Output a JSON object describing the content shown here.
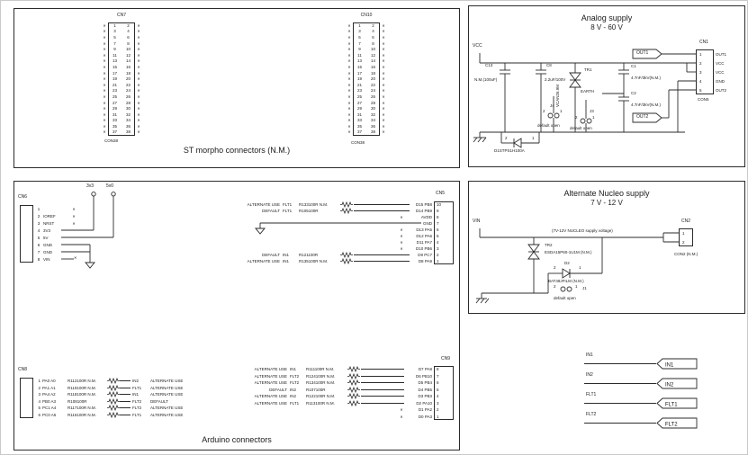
{
  "marks": {
    "nc": "✕"
  },
  "pinmarks": {
    "one": "1",
    "two": "2"
  },
  "morpho": {
    "title": "ST morpho connectors (N.M.)",
    "cn7_label": "CN7",
    "cn10_label": "CN10",
    "cn7_footer": "CON38",
    "cn10_footer": "CON38",
    "pin_rows": [
      {
        "l": "1",
        "r": "2"
      },
      {
        "l": "3",
        "r": "4"
      },
      {
        "l": "5",
        "r": "6"
      },
      {
        "l": "7",
        "r": "8"
      },
      {
        "l": "9",
        "r": "10"
      },
      {
        "l": "11",
        "r": "12"
      },
      {
        "l": "13",
        "r": "14"
      },
      {
        "l": "15",
        "r": "16"
      },
      {
        "l": "17",
        "r": "18"
      },
      {
        "l": "19",
        "r": "20"
      },
      {
        "l": "21",
        "r": "22"
      },
      {
        "l": "23",
        "r": "24"
      },
      {
        "l": "25",
        "r": "26"
      },
      {
        "l": "27",
        "r": "28"
      },
      {
        "l": "29",
        "r": "30"
      },
      {
        "l": "31",
        "r": "32"
      },
      {
        "l": "33",
        "r": "34"
      },
      {
        "l": "35",
        "r": "36"
      },
      {
        "l": "37",
        "r": "38"
      }
    ]
  },
  "analog": {
    "title": "Analog supply",
    "subtitle": "8 V - 60 V",
    "vcc_flag": "VCC",
    "c13_ref": "C13",
    "c13_val": "N.M.(100uF)",
    "c8_ref": "C8",
    "c8_val": "2.2uF/100V",
    "tr1_ref": "TR1",
    "tr1_val": "VCAN26.9M",
    "earth_label": "EARTH",
    "c1_ref": "C1",
    "c1_val": "4.7nF/3kV(N.M.)",
    "c2_ref": "C2",
    "c2_val": "4.7nF/3kV(N.M.)",
    "cn1_label": "CN1",
    "cn1_footer": "CON5",
    "cn1_rows": [
      {
        "pin": "1",
        "net": "OUT1"
      },
      {
        "pin": "2",
        "net": "VCC"
      },
      {
        "pin": "3",
        "net": "VCC"
      },
      {
        "pin": "4",
        "net": "GND"
      },
      {
        "pin": "5",
        "net": "OUT2"
      }
    ],
    "out1_flag": "OUT1",
    "out2_flag": "OUT2",
    "j4_ref": "J4",
    "j4_note": "default open",
    "j3_ref": "J3",
    "j3_note": "default open",
    "d1_label": "D1STPS1H100A"
  },
  "nucleo": {
    "title": "Alternate Nucleo supply",
    "subtitle": "7 V - 12 V",
    "vin_flag": "VIN",
    "wire_note": "(7V-12V NUCLEO supply voltage)",
    "tr2_ref": "TR2",
    "tr2_val": "ESDA15P60-1U1M (N.M.)",
    "cn2_label": "CN2",
    "cn2_footer": "CON2 (N.M.)",
    "cn2_rows": [
      {
        "pin": "1"
      },
      {
        "pin": "2"
      }
    ],
    "d2_ref": "D2",
    "d2_val": "BAT48JFILM (N.M.)",
    "j1_ref": "J1",
    "j1_note": "default open"
  },
  "arduino": {
    "title": "Arduino connectors",
    "tp_3v3": "3v3",
    "tp_5v0": "5v0",
    "cn6_label": "CN6",
    "cn6_rows": [
      {
        "pin": "1",
        "net": "",
        "nc": "✕"
      },
      {
        "pin": "2",
        "net": "IOREF",
        "nc": "✕"
      },
      {
        "pin": "3",
        "net": "NRST",
        "nc": "✕"
      },
      {
        "pin": "4",
        "net": "3V3",
        "nc": ""
      },
      {
        "pin": "5",
        "net": "5V",
        "nc": ""
      },
      {
        "pin": "6",
        "net": "GND",
        "nc": ""
      },
      {
        "pin": "7",
        "net": "GND",
        "nc": ""
      },
      {
        "pin": "8",
        "net": "VIN",
        "nc": ""
      }
    ],
    "cn5_label": "CN5",
    "cn5_rows": [
      {
        "net": "D15 PB8",
        "pin": "10",
        "nc": ""
      },
      {
        "net": "D14 PB9",
        "pin": "9",
        "nc": ""
      },
      {
        "net": "AVDD",
        "pin": "8",
        "nc": "✕"
      },
      {
        "net": "GND",
        "pin": "7",
        "nc": ""
      },
      {
        "net": "D13 PA5",
        "pin": "6",
        "nc": "✕"
      },
      {
        "net": "D12 PA6",
        "pin": "5",
        "nc": "✕"
      },
      {
        "net": "D11 PA7",
        "pin": "4",
        "nc": "✕"
      },
      {
        "net": "D10 PB6",
        "pin": "3",
        "nc": "✕"
      },
      {
        "net": "D9 PC7",
        "pin": "2",
        "nc": ""
      },
      {
        "net": "D8 PA9",
        "pin": "1",
        "nc": ""
      }
    ],
    "cn5_res_top": [
      {
        "use": "ALTERNATE USE",
        "sig": "FLT1",
        "ref": "R133100R N.M."
      },
      {
        "use": "DEFAULT",
        "sig": "FLT1",
        "ref": "R105100R"
      }
    ],
    "cn5_res_bottom": [
      {
        "use": "DEFAULT",
        "sig": "IN1",
        "ref": "R121100R"
      },
      {
        "use": "ALTERNATE USE",
        "sig": "IN1",
        "ref": "R135100R N.M."
      }
    ],
    "cn8_label": "CN8",
    "cn8_rows": [
      {
        "pin": "1",
        "net": "PA0 A0",
        "ref": "R112100R N.M.",
        "sig": "IN2",
        "use": "ALTERNATE USE"
      },
      {
        "pin": "2",
        "net": "PA1 A1",
        "ref": "R119100R N.M.",
        "sig": "FLT1",
        "use": "ALTERNATE USE"
      },
      {
        "pin": "3",
        "net": "PA4 A2",
        "ref": "R118100R N.M.",
        "sig": "IN1",
        "use": "ALTERNATE USE"
      },
      {
        "pin": "4",
        "net": "PB0 A3",
        "ref": "R108100R",
        "sig": "FLT2",
        "use": "DEFAULT"
      },
      {
        "pin": "5",
        "net": "PC1 A4",
        "ref": "R117100R N.M.",
        "sig": "FLT2",
        "use": "ALTERNATE USE"
      },
      {
        "pin": "6",
        "net": "PC0 A5",
        "ref": "R116100R N.M.",
        "sig": "FLT1",
        "use": "ALTERNATE USE"
      }
    ],
    "cn9_label": "CN9",
    "cn9_res": [
      {
        "use": "ALTERNATE USE",
        "sig": "IN1",
        "ref": "R111100R N.M."
      },
      {
        "use": "ALTERNATE USE",
        "sig": "FLT2",
        "ref": "R124100R N.M."
      },
      {
        "use": "ALTERNATE USE",
        "sig": "FLT2",
        "ref": "R134100R N.M."
      },
      {
        "use": "DEFAULT",
        "sig": "IN2",
        "ref": "R107100R"
      },
      {
        "use": "ALTERNATE USE",
        "sig": "IN2",
        "ref": "R122100R N.M."
      },
      {
        "use": "ALTERNATE USE",
        "sig": "FLT1",
        "ref": "R113100R N.M."
      }
    ],
    "cn9_rows": [
      {
        "net": "D7 PA8",
        "pin": "8",
        "nc": ""
      },
      {
        "net": "D6 PB10",
        "pin": "7",
        "nc": ""
      },
      {
        "net": "D5 PB4",
        "pin": "6",
        "nc": ""
      },
      {
        "net": "D4 PB5",
        "pin": "5",
        "nc": ""
      },
      {
        "net": "D3 PB3",
        "pin": "4",
        "nc": ""
      },
      {
        "net": "D2 PA10",
        "pin": "3",
        "nc": ""
      },
      {
        "net": "D1 PA2",
        "pin": "2",
        "nc": "✕"
      },
      {
        "net": "D0 PA3",
        "pin": "1",
        "nc": "✕"
      }
    ]
  },
  "flags": [
    {
      "name": "IN1"
    },
    {
      "name": "IN2"
    },
    {
      "name": "FLT1"
    },
    {
      "name": "FLT2"
    }
  ]
}
